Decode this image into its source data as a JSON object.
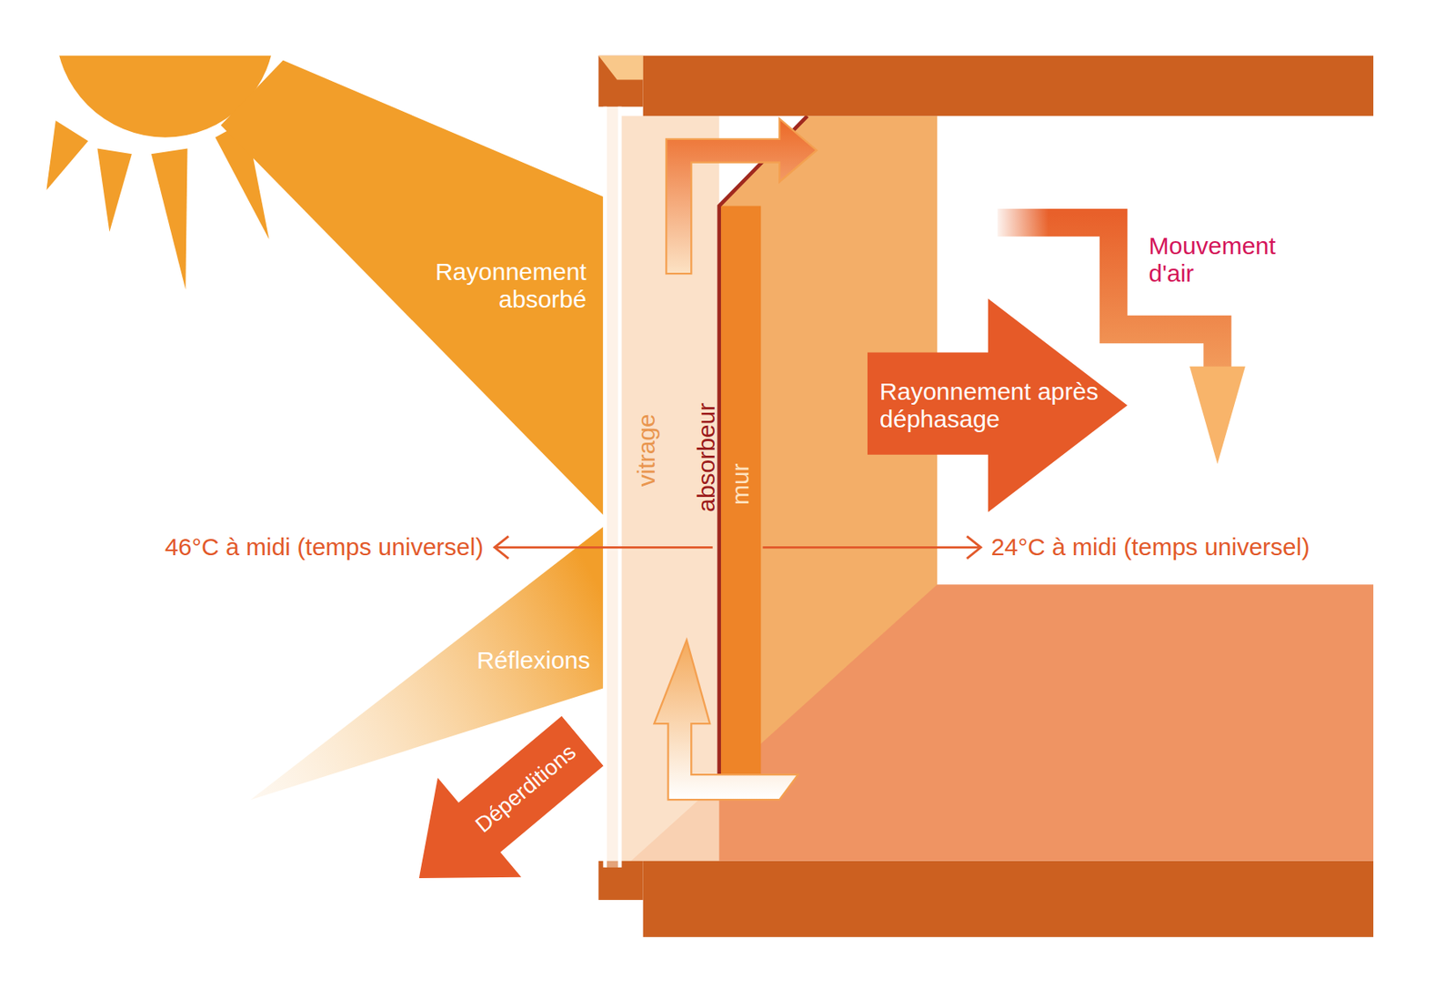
{
  "diagram": {
    "nodes": [
      {
        "text": [
          "Rayonnement après déphasage"
        ]
      },
      {
        "text": [
          "Déperditions"
        ]
      }
    ],
    "labels": [
      "Rayonnement absorbé",
      "Réflexions",
      "vitrage",
      "absorbeur",
      "mur",
      "46°C à midi (temps universel)",
      "24°C à midi (temps universel)",
      "Mouvement d'air"
    ]
  }
}
